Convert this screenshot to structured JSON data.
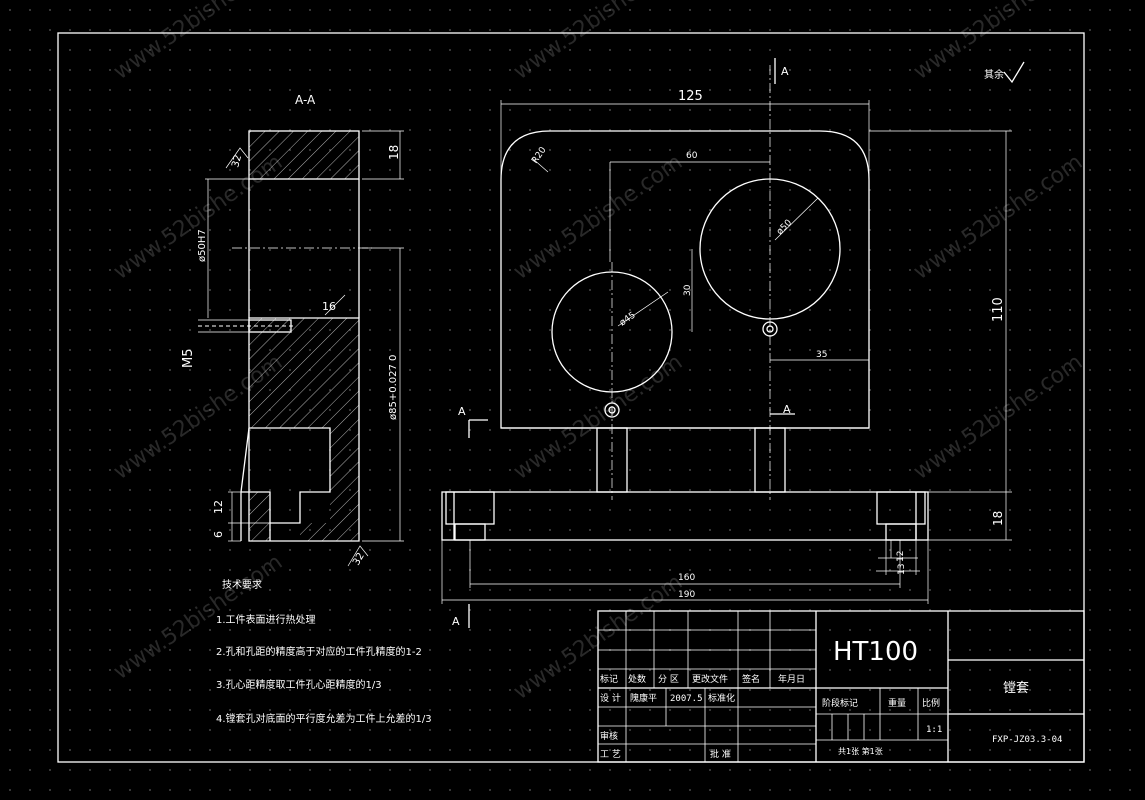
{
  "section_title": "A-A",
  "view_marks": {
    "a_top": "A",
    "a_left": "A",
    "a_right": "A",
    "a_bottom": "A"
  },
  "surface_note": "其余",
  "dims": {
    "d125": "125",
    "dR20": "R20",
    "d60": "60",
    "d30": "30",
    "d35": "35",
    "dphi50": "ø50",
    "dphi45": "ø45",
    "d110": "110",
    "d18r": "18",
    "d12": "12",
    "d13": "13",
    "d160": "160",
    "d190": "190",
    "d18sec": "18",
    "d32a": "32",
    "dphi50h7": "ø50H7",
    "d16": "16",
    "dM5": "M5",
    "dphi85": "ø85+0.027 0",
    "d12s": "12",
    "d6": "6",
    "d32b": "32"
  },
  "notes": {
    "heading": "技术要求",
    "n1": "1.工件表面进行热处理",
    "n2": "2.孔和孔距的精度高于对应的工件孔精度的1-2",
    "n3": "3.孔心距精度取工件孔心距精度的1/3",
    "n4": "4.镗套孔对底面的平行度允差为工件上允差的1/3"
  },
  "title_block": {
    "material": "HT100",
    "part_name": "镗套",
    "drawing_no": "FXP-JZ03.3-04",
    "scale": "1:1",
    "row_labels": [
      "标记",
      "处数",
      "分 区",
      "更改文件",
      "签名",
      "年月日"
    ],
    "design": "设 计",
    "designer": "隗康平",
    "date": "2007.5",
    "standard": "标准化",
    "stage_mark": "阶段标记",
    "weight": "重量",
    "ratio": "比例",
    "review": "审核",
    "process": "工 艺",
    "approve": "批 准",
    "sheet": "共1张  第1张"
  },
  "watermark": "www.52bishe.com"
}
